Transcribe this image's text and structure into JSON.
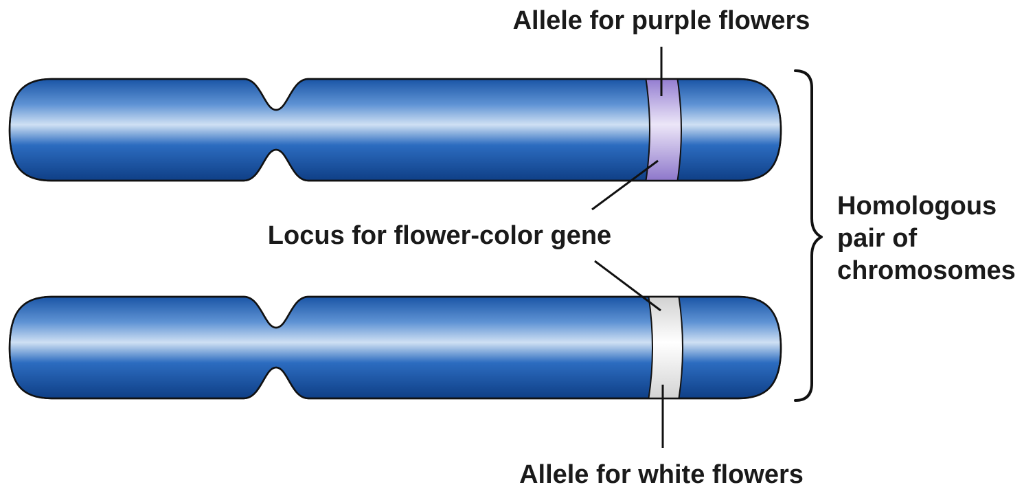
{
  "labels": {
    "purple_allele": "Allele for purple flowers",
    "locus": "Locus for flower-color gene",
    "white_allele": "Allele for white flowers",
    "pair_line1": "Homologous",
    "pair_line2": "pair of",
    "pair_line3": "chromosomes"
  },
  "colors": {
    "chromosome_body": "#1f5fb0",
    "chromosome_highlight": "#cfe0f3",
    "chromosome_dark": "#0f3f86",
    "purple_band": "#a58fd6",
    "white_band": "#e8e8e8",
    "outline": "#111111",
    "text": "#1a1a1a"
  },
  "chromosomes": [
    {
      "name": "top",
      "allele_color_key": "purple_band"
    },
    {
      "name": "bottom",
      "allele_color_key": "white_band"
    }
  ]
}
